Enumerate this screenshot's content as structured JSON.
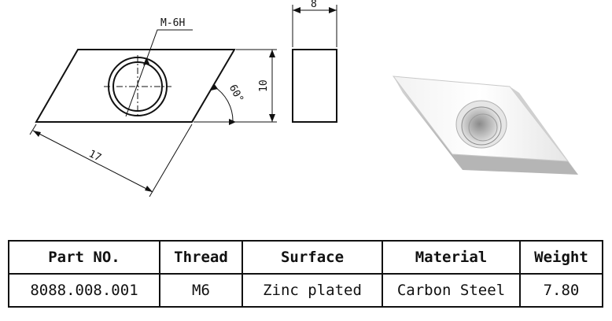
{
  "drawing": {
    "thread_label": "M-6H",
    "dim_width": "8",
    "dim_height": "10",
    "dim_length": "17",
    "dim_angle": "60°"
  },
  "spec_table": {
    "headers": [
      "Part NO.",
      "Thread",
      "Surface",
      "Material",
      "Weight"
    ],
    "rows": [
      [
        "8088.008.001",
        "M6",
        "Zinc plated",
        "Carbon Steel",
        "7.80"
      ]
    ]
  }
}
